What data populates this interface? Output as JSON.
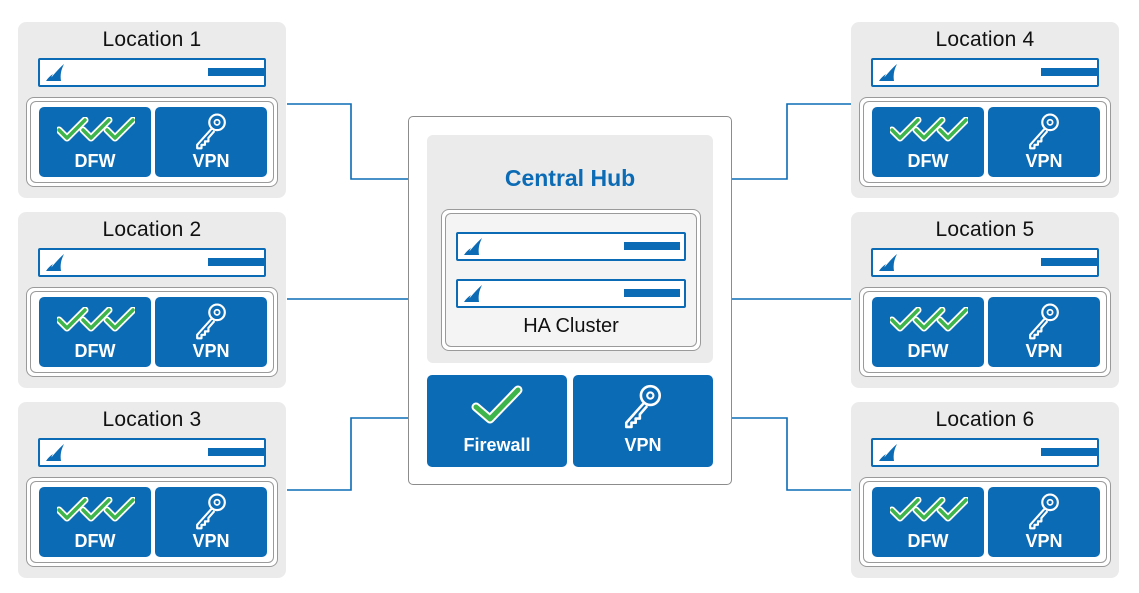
{
  "hub": {
    "title": "Central Hub",
    "cluster_label": "HA Cluster",
    "services": [
      {
        "label": "Firewall",
        "icon": "checkmark-icon"
      },
      {
        "label": "VPN",
        "icon": "key-icon"
      }
    ]
  },
  "locations": [
    {
      "title": "Location 1",
      "services": [
        "DFW",
        "VPN"
      ]
    },
    {
      "title": "Location 2",
      "services": [
        "DFW",
        "VPN"
      ]
    },
    {
      "title": "Location 3",
      "services": [
        "DFW",
        "VPN"
      ]
    },
    {
      "title": "Location 4",
      "services": [
        "DFW",
        "VPN"
      ]
    },
    {
      "title": "Location 5",
      "services": [
        "DFW",
        "VPN"
      ]
    },
    {
      "title": "Location 6",
      "services": [
        "DFW",
        "VPN"
      ]
    }
  ],
  "colors": {
    "brand_blue": "#0b6bb5",
    "check_green": "#3db54a",
    "panel_gray": "#ebebeb",
    "connector": "#0b6bb5"
  }
}
